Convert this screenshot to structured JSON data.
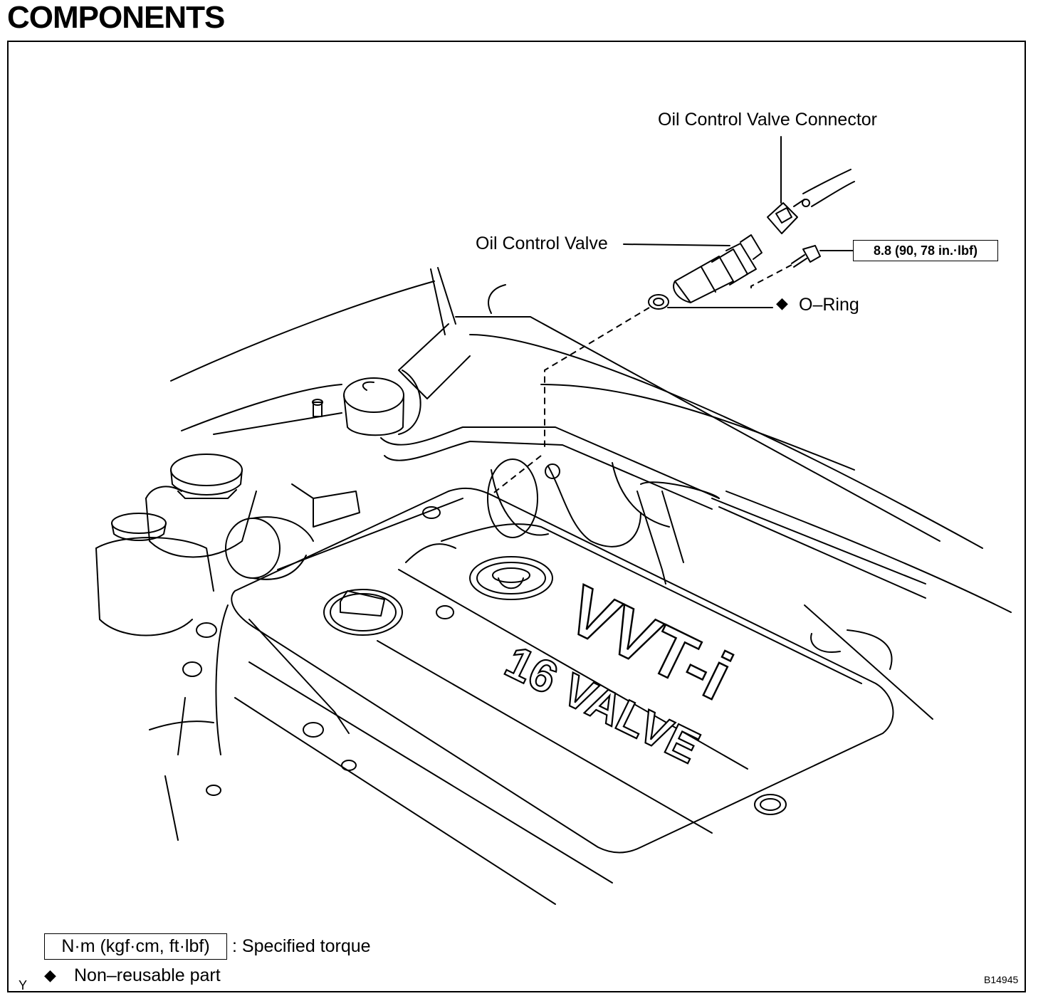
{
  "header": {
    "title": "COMPONENTS"
  },
  "callouts": {
    "connector": "Oil Control Valve Connector",
    "valve": "Oil Control Valve",
    "torque": "8.8 (90, 78 in.·lbf)",
    "oring": "O–Ring",
    "diamond": "◆"
  },
  "cover_lettering": {
    "vvt": "VVT-i",
    "valve16": "16 VALVE"
  },
  "legend": {
    "torque_units": "N·m (kgf·cm, ft·lbf)",
    "torque_desc": ": Specified torque",
    "diamond": "◆",
    "nonreusable": "Non–reusable part"
  },
  "footer": {
    "corner_mark": "Y",
    "figure_id": "B14945"
  }
}
